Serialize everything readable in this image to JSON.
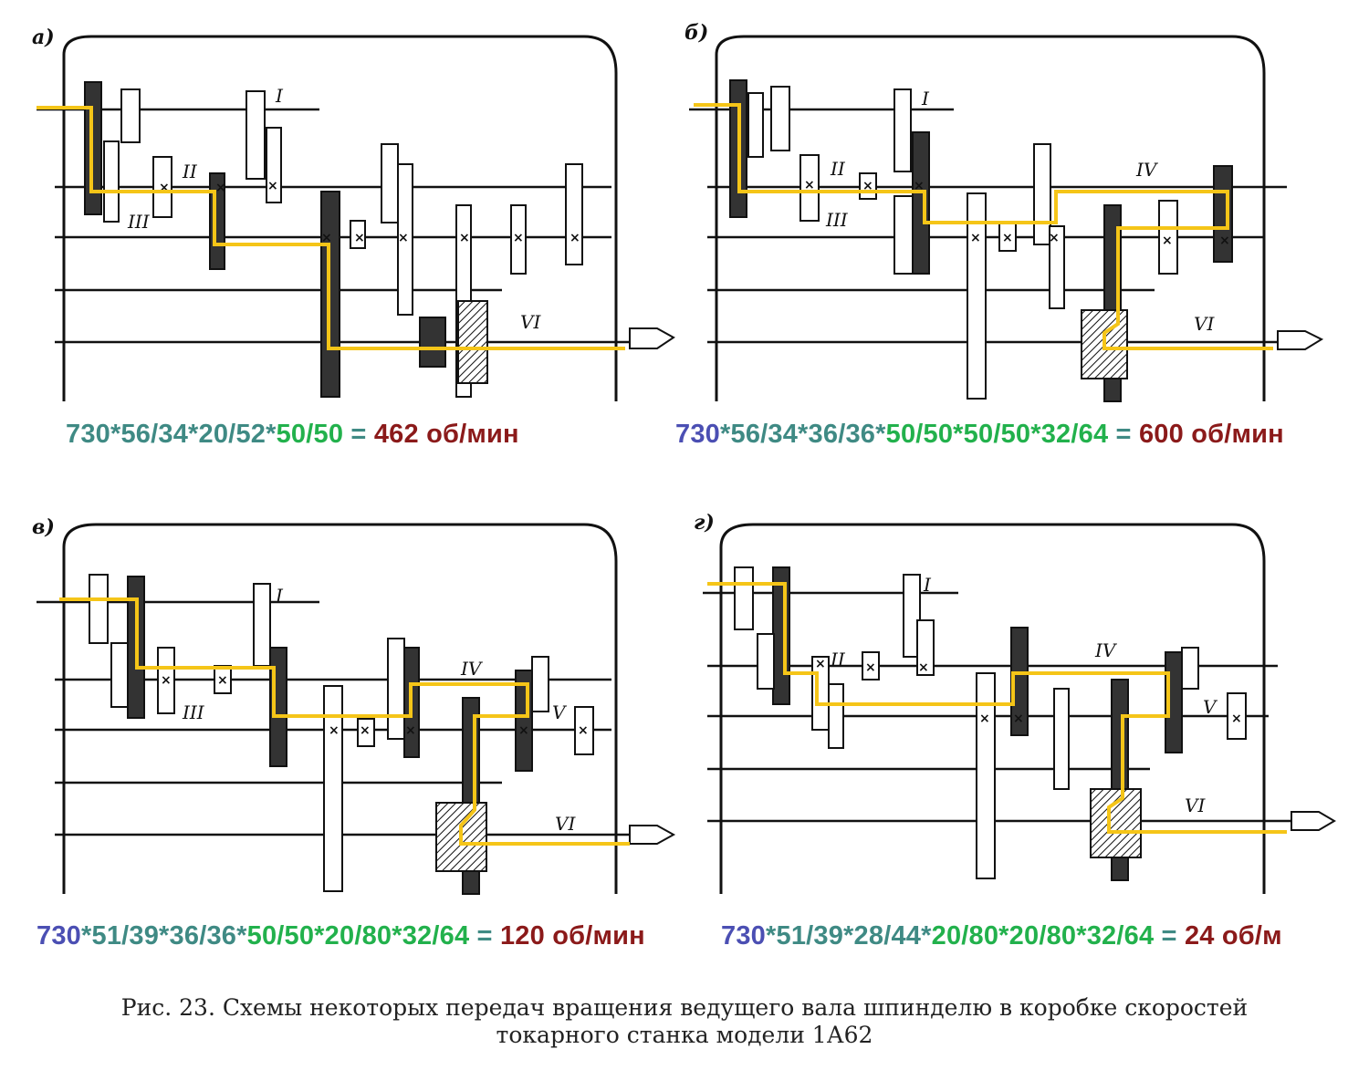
{
  "panels": [
    {
      "letter": "а)",
      "shaft_labels": [
        "I",
        "II",
        "III",
        "VI"
      ],
      "formula": [
        {
          "text": "730*56/34*20/52*",
          "color": "#3f8a84"
        },
        {
          "text": "50/50",
          "color": "#22b14c"
        },
        {
          "text": " = ",
          "color": "#3f8a84"
        },
        {
          "text": "462 об/мин",
          "color": "#8b1a1a"
        }
      ]
    },
    {
      "letter": "б)",
      "shaft_labels": [
        "I",
        "II",
        "III",
        "IV",
        "VI"
      ],
      "formula": [
        {
          "text": "730",
          "color": "#4b4fb3"
        },
        {
          "text": "*56/34*36/36*",
          "color": "#3f8a84"
        },
        {
          "text": "50/50*50/50*32/64",
          "color": "#22b14c"
        },
        {
          "text": " = ",
          "color": "#3f8a84"
        },
        {
          "text": "600 об/мин",
          "color": "#8b1a1a"
        }
      ]
    },
    {
      "letter": "в)",
      "shaft_labels": [
        "I",
        "III",
        "IV",
        "V",
        "VI"
      ],
      "formula": [
        {
          "text": "730",
          "color": "#4b4fb3"
        },
        {
          "text": "*51/39*36/36*",
          "color": "#3f8a84"
        },
        {
          "text": "50/50*20/80*32/64",
          "color": "#22b14c"
        },
        {
          "text": " = ",
          "color": "#3f8a84"
        },
        {
          "text": "120 об/мин",
          "color": "#8b1a1a"
        }
      ]
    },
    {
      "letter": "г)",
      "shaft_labels": [
        "I",
        "II",
        "IV",
        "V",
        "VI"
      ],
      "formula": [
        {
          "text": "730",
          "color": "#4b4fb3"
        },
        {
          "text": "*51/39*28/44*",
          "color": "#3f8a84"
        },
        {
          "text": "20/80*20/80*32/64",
          "color": "#22b14c"
        },
        {
          "text": " = ",
          "color": "#3f8a84"
        },
        {
          "text": "24 об/м",
          "color": "#8b1a1a"
        }
      ]
    }
  ],
  "caption": {
    "line1": "Рис. 23. Схемы некоторых передач вращения ведущего вала шпинделю в коробке скоростей",
    "line2": "токарного станка модели 1А62"
  },
  "colors": {
    "path": "#f5c518",
    "line": "#111111"
  }
}
